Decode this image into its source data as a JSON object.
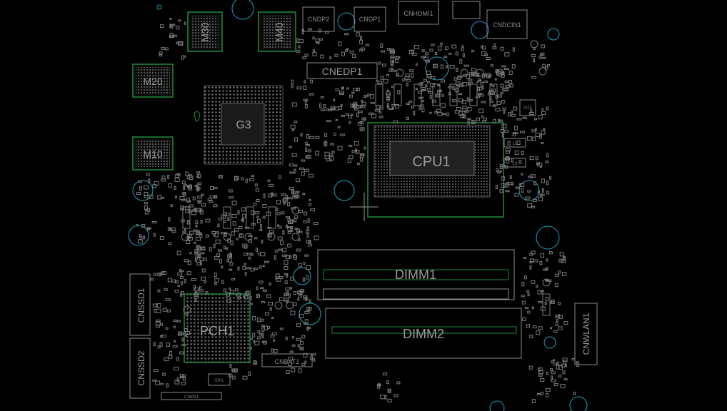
{
  "components": {
    "cpu": "CPU1",
    "gpu": "G3",
    "pch": "PCH1",
    "mem_m10": "M10",
    "mem_m20": "M20",
    "mem_m30": "M30",
    "mem_m40": "M40",
    "dimm1": "DIMM1",
    "dimm2": "DIMM2",
    "cnssd1": "CNSSD1",
    "cnssd2": "CNSSD2",
    "cnwlan1": "CNWLAN1",
    "cnedp1": "CNEDP1",
    "cndp2": "CNDP2",
    "cndp1": "CNDP1",
    "cnhdmi1": "CNHDMI1",
    "cndcin1": "CNDCIN1",
    "cnbat1": "CNBAT1",
    "cnkb1": "CNKB1",
    "spi1": "SPI1",
    "pu8": "PU8",
    "l5": "L5",
    "l9": "L9"
  },
  "colors": {
    "background": "#000000",
    "outline": "#8a8a8a",
    "accent": "#1f8a3a",
    "hole": "#1aa3b8"
  }
}
